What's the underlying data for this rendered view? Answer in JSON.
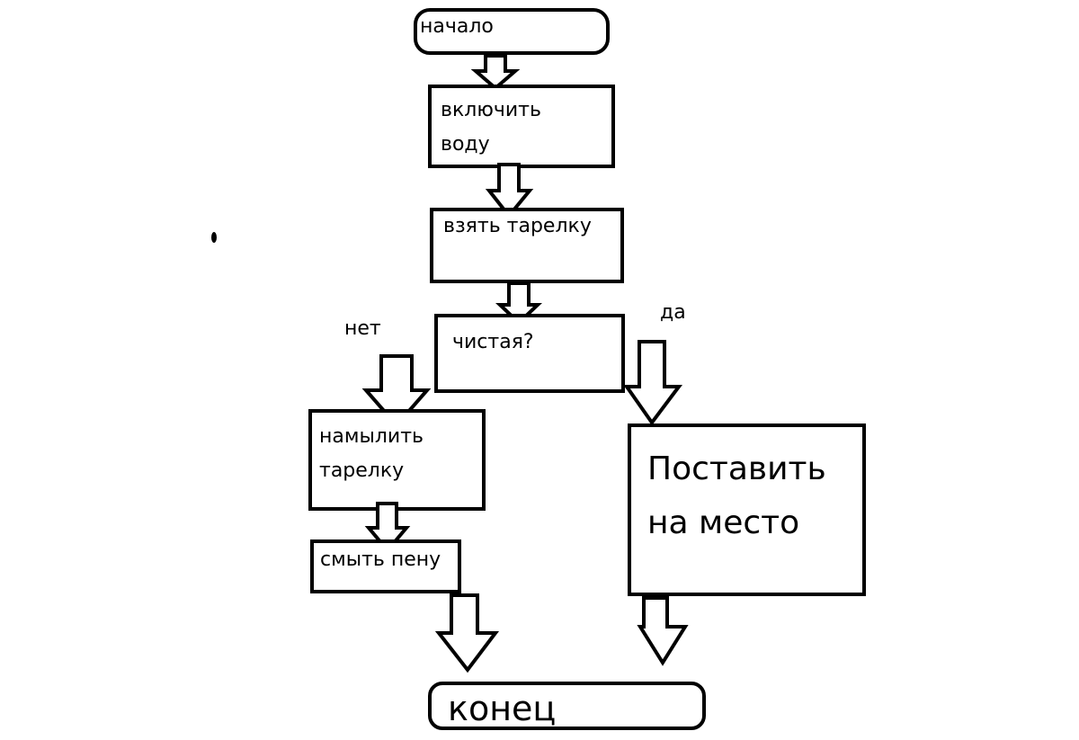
{
  "diagram": {
    "type": "flowchart",
    "nodes": {
      "start": {
        "label": "начало",
        "shape": "terminator"
      },
      "turn_on_water": {
        "line1": "включить",
        "line2": "воду",
        "shape": "process"
      },
      "take_plate": {
        "label": "взять тарелку",
        "shape": "process"
      },
      "is_clean": {
        "label": "чистая?",
        "shape": "decision-box"
      },
      "soap_plate": {
        "line1": "намылить",
        "line2": "тарелку",
        "shape": "process"
      },
      "rinse_foam": {
        "label": "смыть пену",
        "shape": "process"
      },
      "put_away": {
        "line1": "Поставить",
        "line2": "на место",
        "shape": "process"
      },
      "end": {
        "label": "конец",
        "shape": "terminator"
      }
    },
    "branch_labels": {
      "no": "нет",
      "yes": "да"
    },
    "edges": [
      {
        "from": "start",
        "to": "turn_on_water"
      },
      {
        "from": "turn_on_water",
        "to": "take_plate"
      },
      {
        "from": "take_plate",
        "to": "is_clean"
      },
      {
        "from": "is_clean",
        "to": "soap_plate",
        "label": "нет"
      },
      {
        "from": "is_clean",
        "to": "put_away",
        "label": "да"
      },
      {
        "from": "soap_plate",
        "to": "rinse_foam"
      },
      {
        "from": "rinse_foam",
        "to": "end"
      },
      {
        "from": "put_away",
        "to": "end"
      }
    ]
  }
}
